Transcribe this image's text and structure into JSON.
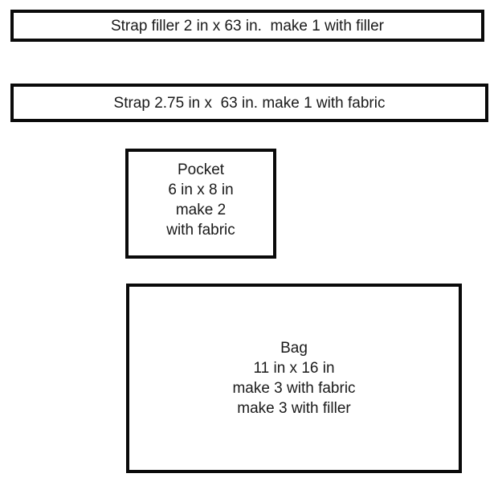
{
  "diagram": {
    "title": "bag sewing pattern cutting diagram",
    "colors": {
      "background": "#ffffff",
      "border": "#0a0a0a",
      "text": "#1a1a1a"
    },
    "pieces": {
      "strap_filler": {
        "name": "Strap filler",
        "width_in": 2,
        "height_in": 63,
        "lines": [
          "Strap filler 2 in x 63 in.  make 1 with filler"
        ]
      },
      "strap": {
        "name": "Strap",
        "width_in": 2.75,
        "height_in": 63,
        "lines": [
          "Strap 2.75 in x  63 in. make 1 with fabric"
        ]
      },
      "pocket": {
        "name": "Pocket",
        "width_in": 6,
        "height_in": 8,
        "lines": [
          "Pocket",
          "6 in x 8 in",
          "make 2",
          "with fabric"
        ]
      },
      "bag": {
        "name": "Bag",
        "width_in": 11,
        "height_in": 16,
        "lines": [
          "Bag",
          "11 in x 16 in",
          "make 3 with fabric",
          "make 3 with filler"
        ]
      }
    }
  }
}
